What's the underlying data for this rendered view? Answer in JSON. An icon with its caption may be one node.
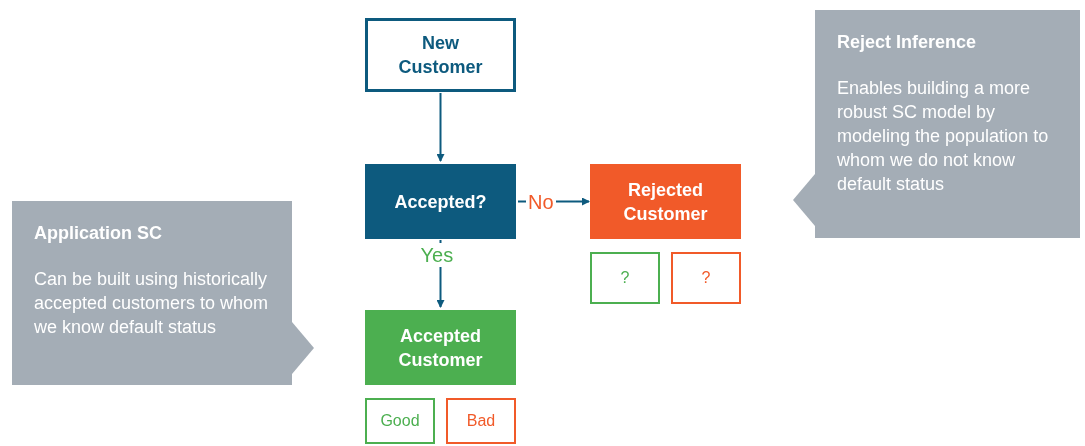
{
  "diagram": {
    "nodes": [
      {
        "text": [
          "New Customer"
        ]
      },
      {
        "text": [
          "Accepted?"
        ]
      },
      {
        "text": [
          "Rejected Customer"
        ]
      },
      {
        "text": [
          "?"
        ]
      },
      {
        "text": [
          "?"
        ]
      },
      {
        "text": [
          "Accepted Customer"
        ]
      },
      {
        "text": [
          "Good"
        ]
      },
      {
        "text": [
          "Bad"
        ]
      },
      {
        "text": [
          "Application SC",
          "Can be built using historically accepted customers to whom we know default status"
        ]
      },
      {
        "text": [
          "Reject Inference",
          "Enables building a more robust SC model by modeling the population to whom we do not know default status"
        ]
      }
    ],
    "edges": [
      {
        "from": 0,
        "to": 1,
        "arrow": "to"
      },
      {
        "from": 1,
        "to": 2,
        "arrow": "to",
        "label": "No"
      },
      {
        "from": 1,
        "to": 5,
        "arrow": "to",
        "label": "Yes"
      }
    ]
  }
}
